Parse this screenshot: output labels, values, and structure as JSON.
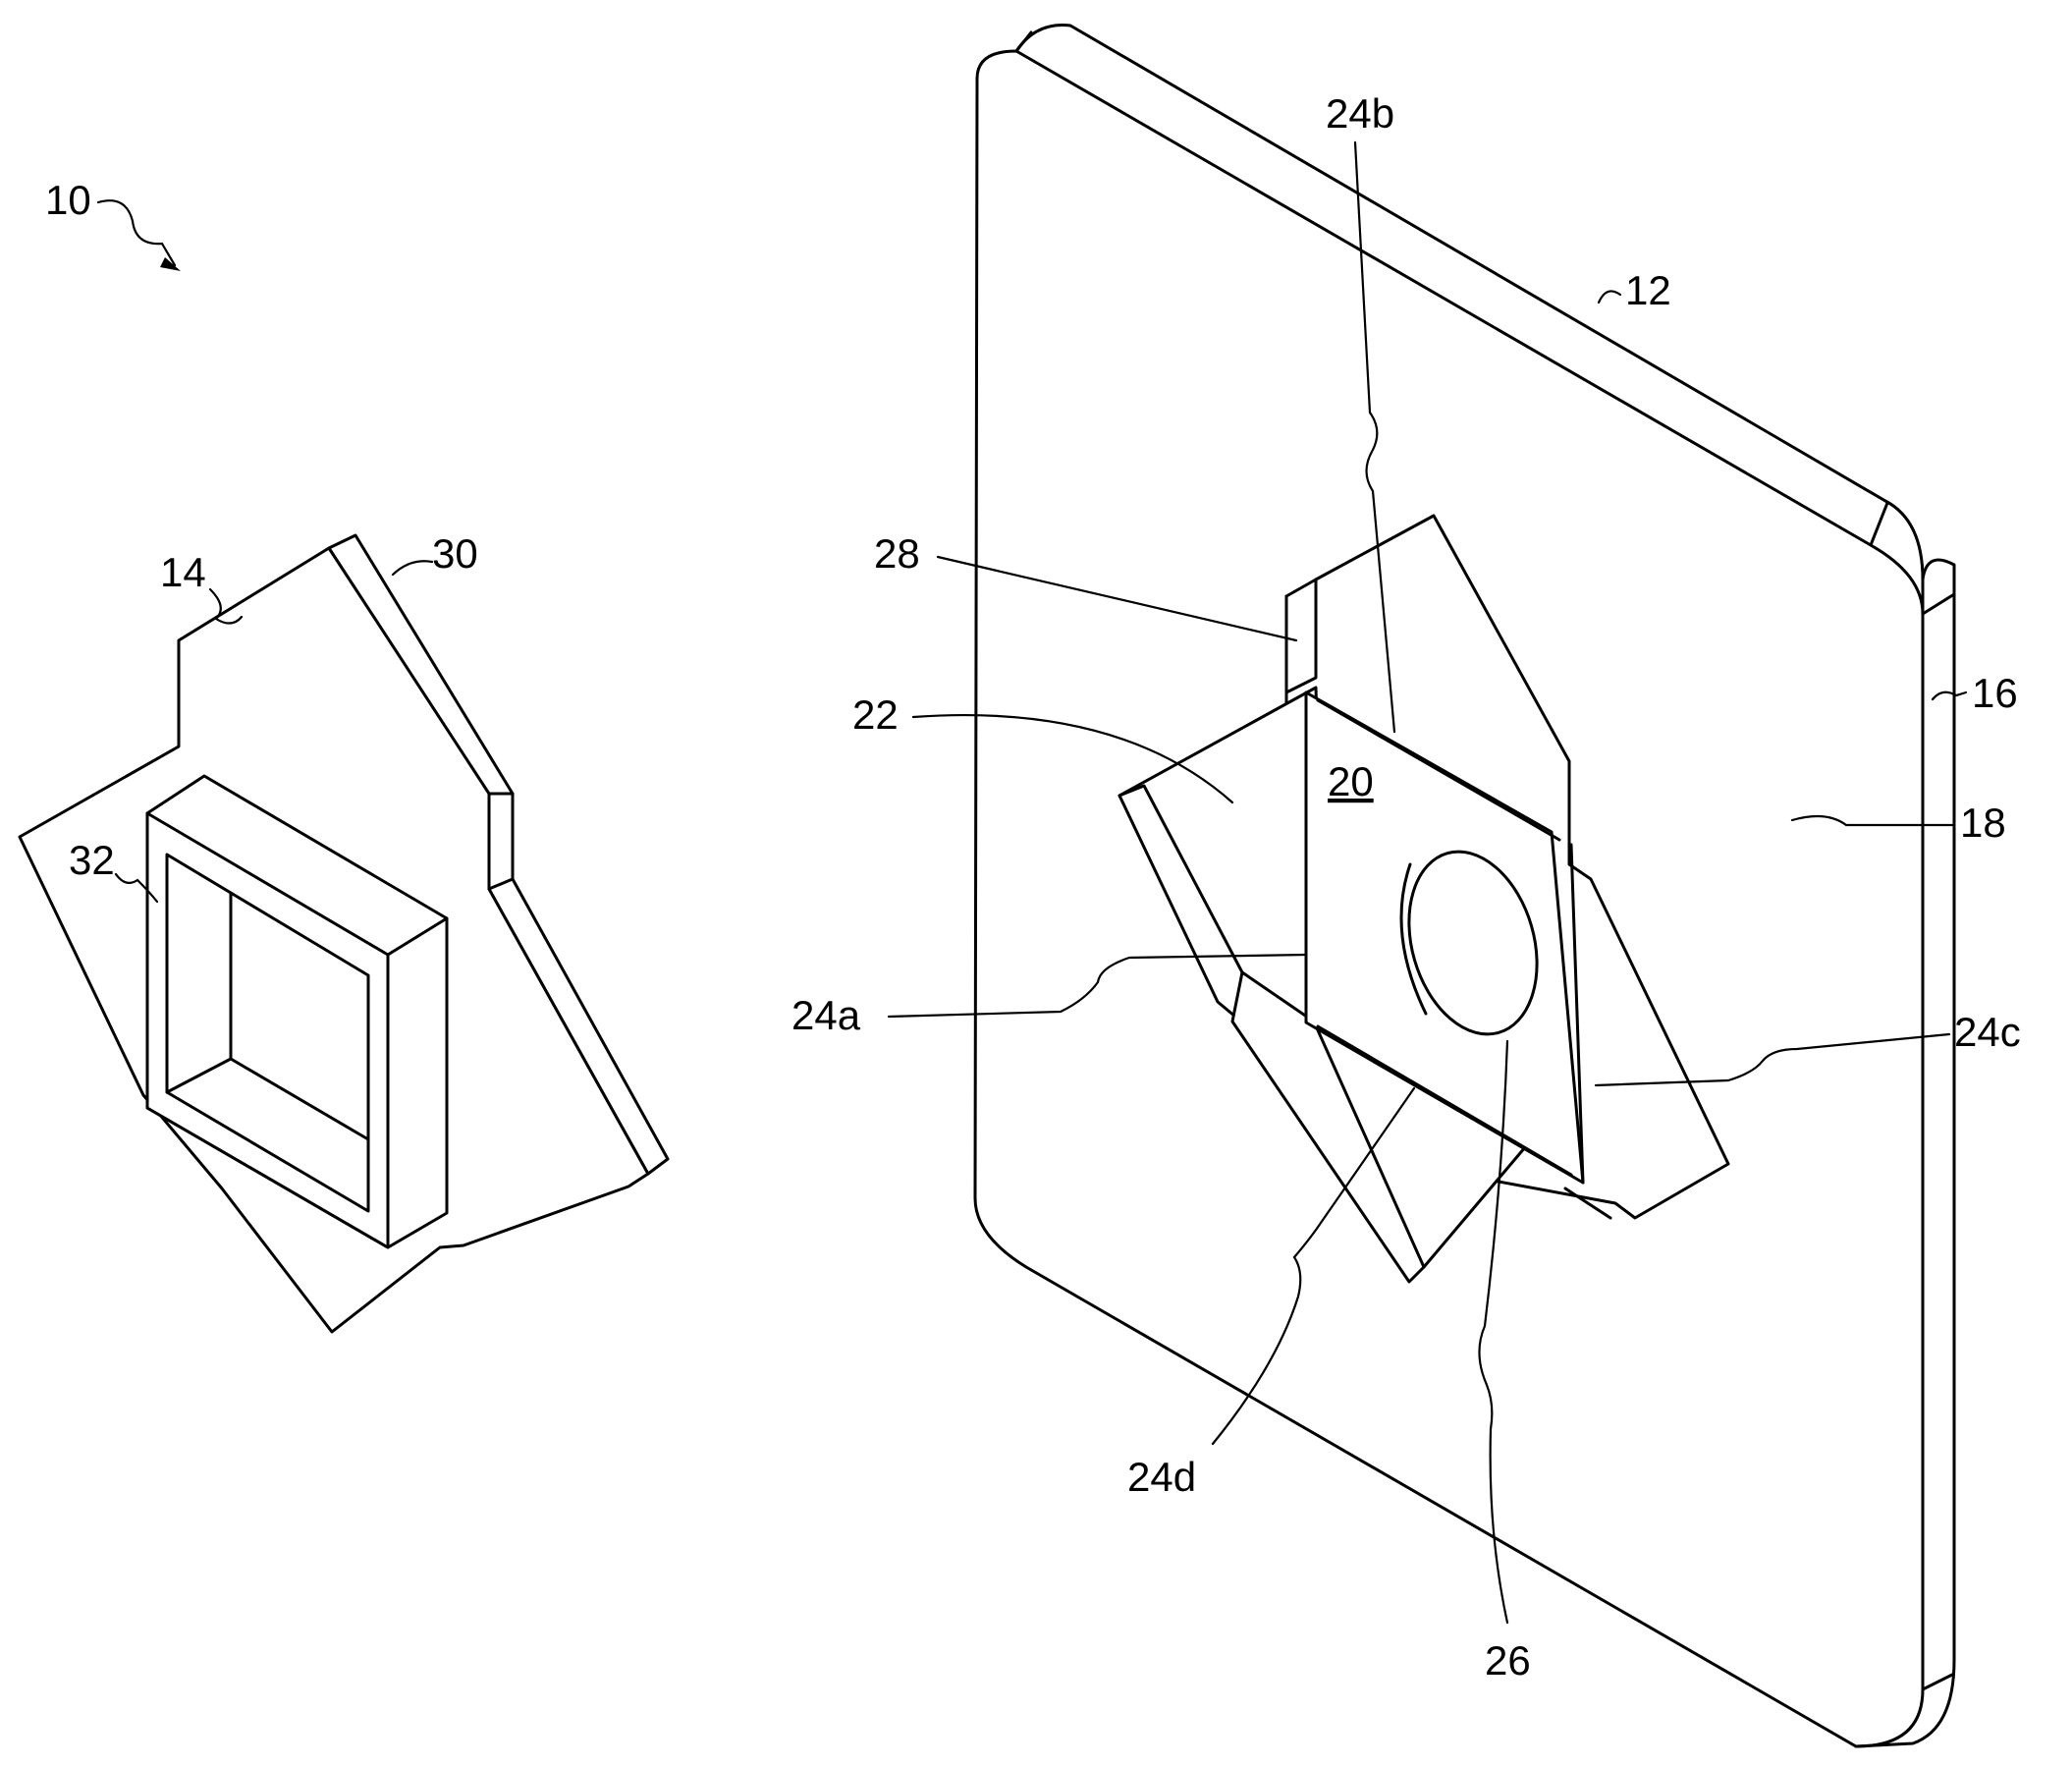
{
  "figure": {
    "labels": {
      "l10": "10",
      "l12": "12",
      "l14": "14",
      "l16": "16",
      "l18": "18",
      "l20": "20",
      "l22": "22",
      "l24a": "24a",
      "l24b": "24b",
      "l24c": "24c",
      "l24d": "24d",
      "l26": "26",
      "l28": "28",
      "l30": "30",
      "l32": "32"
    }
  }
}
